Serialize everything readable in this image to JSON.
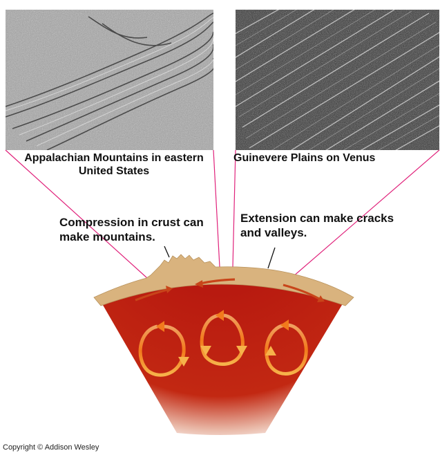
{
  "photos": {
    "left": {
      "caption": "Appalachian Mountains in eastern United States"
    },
    "right": {
      "caption": "Guinevere Plains on Venus"
    }
  },
  "labels": {
    "compression": "Compression in crust can make mountains.",
    "extension": "Extension can make cracks and valleys."
  },
  "copyright": "Copyright © Addison Wesley",
  "colors": {
    "crust": "#d9b37e",
    "mantle": "#b81a10",
    "convection_arrow": "#f28a1e",
    "crust_arrow": "#c8451a",
    "leader_line": "#e0207a"
  }
}
